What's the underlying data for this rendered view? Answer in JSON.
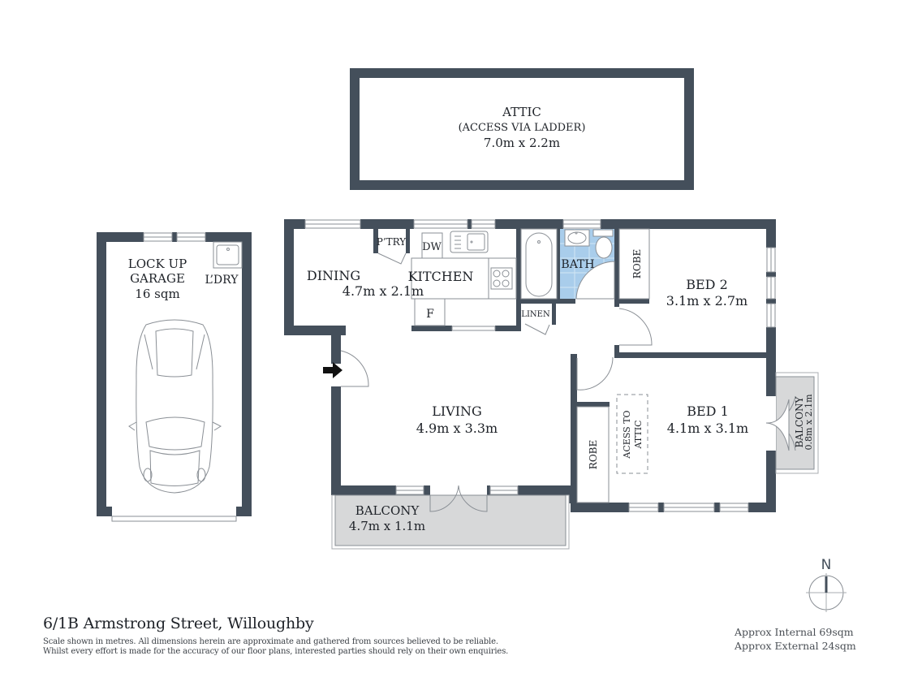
{
  "colors": {
    "wall": "#444f5b",
    "balcony_fill": "#d7d8d9",
    "bath_tile": "#a9cdeb",
    "fixture_line": "#8a8f95",
    "text": "#1e2228"
  },
  "rooms": {
    "attic": {
      "name": "ATTIC",
      "note": "(ACCESS VIA LADDER)",
      "dims": "7.0m x 2.2m"
    },
    "garage": {
      "name_line1": "LOCK UP",
      "name_line2": "GARAGE",
      "area": "16 sqm"
    },
    "laundry": {
      "name": "L’DRY"
    },
    "dining": {
      "name": "DINING",
      "dims": "4.7m x 2.1m"
    },
    "kitchen": {
      "name": "KITCHEN"
    },
    "pantry": {
      "name": "P’TRY"
    },
    "dishwasher": {
      "name": "DW"
    },
    "fridge": {
      "name": "F"
    },
    "bath": {
      "name": "BATH"
    },
    "linen": {
      "name": "LINEN"
    },
    "robe_bed2": {
      "name": "ROBE"
    },
    "bed2": {
      "name": "BED 2",
      "dims": "3.1m x 2.7m"
    },
    "living": {
      "name": "LIVING",
      "dims": "4.9m x 3.3m"
    },
    "bed1": {
      "name": "BED 1",
      "dims": "4.1m x 3.1m"
    },
    "robe_bed1": {
      "name": "ROBE"
    },
    "attic_access": {
      "line1": "ACESS TO",
      "line2": "ATTIC"
    },
    "balcony_main": {
      "name": "BALCONY",
      "dims": "4.7m x 1.1m"
    },
    "balcony_bed1": {
      "name": "BALCONY",
      "dims": "0.8m x 2.1m"
    }
  },
  "compass": {
    "label": "N"
  },
  "footer": {
    "address": "6/1B Armstrong Street, Willoughby",
    "disclaimer_line1": "Scale shown in metres. All dimensions herein are approximate and gathered from sources believed to be reliable.",
    "disclaimer_line2": "Whilst every effort is made for the accuracy of our floor plans, interested parties should rely on their own enquiries."
  },
  "areas": {
    "internal": "Approx Internal 69sqm",
    "external": "Approx External 24sqm"
  }
}
